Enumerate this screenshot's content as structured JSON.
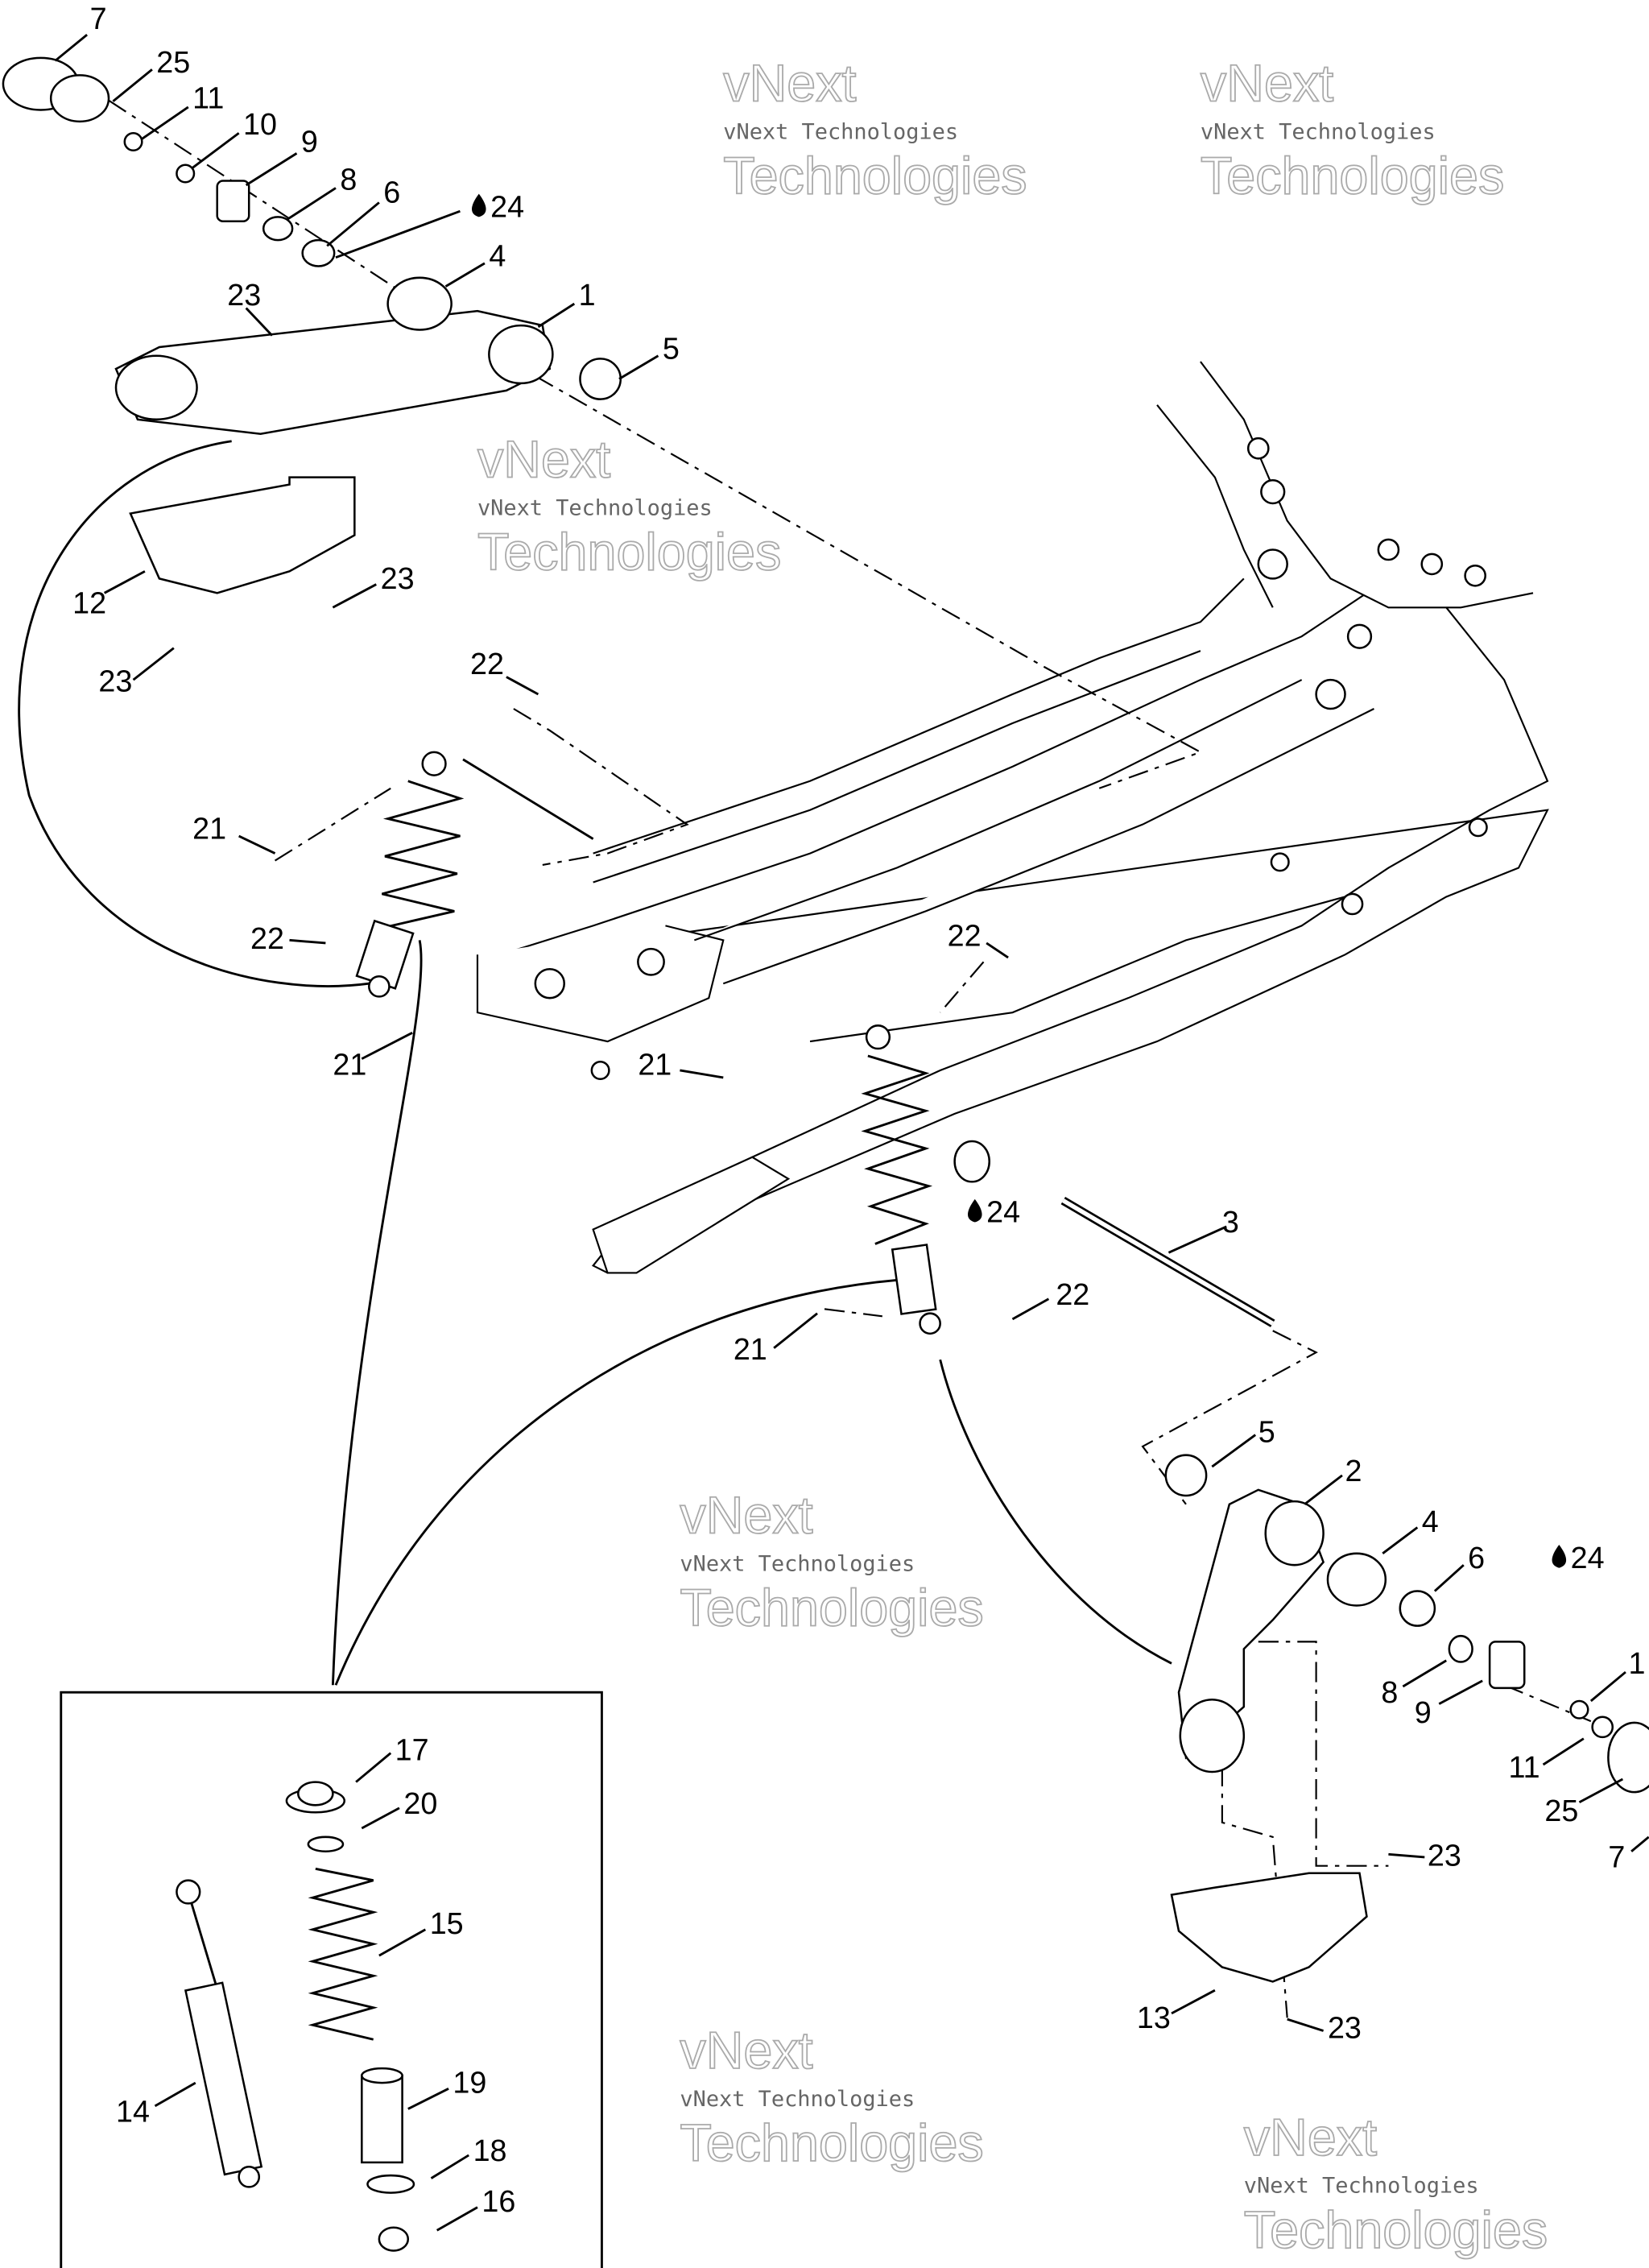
{
  "diagram": {
    "callouts": [
      "7",
      "25",
      "11",
      "10",
      "9",
      "8",
      "6",
      "24",
      "4",
      "1",
      "23",
      "5",
      "12",
      "23",
      "23",
      "22",
      "21",
      "22",
      "21",
      "22",
      "21",
      "24",
      "3",
      "22",
      "21",
      "5",
      "2",
      "4",
      "6",
      "24",
      "1",
      "8",
      "9",
      "11",
      "25",
      "7",
      "23",
      "13",
      "23",
      "17",
      "20",
      "15",
      "14",
      "19",
      "18",
      "16"
    ],
    "drop_icon": "oil-drop-icon",
    "watermark": {
      "line1": "vNext",
      "line2": "Technologies",
      "small": "vNext Technologies"
    }
  }
}
